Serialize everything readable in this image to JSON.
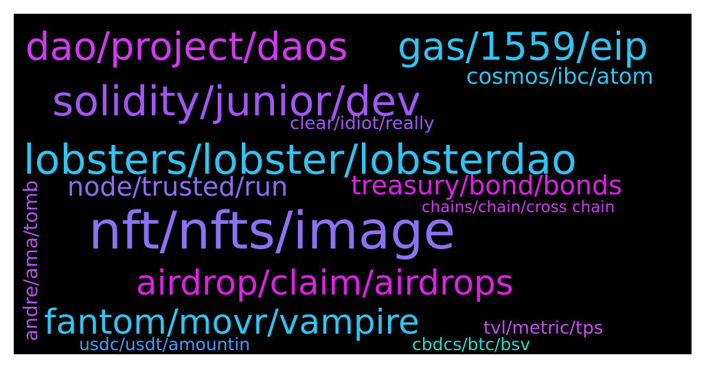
{
  "wordcloud": {
    "background": "#000000",
    "words": [
      {
        "text": "dao/project/daos",
        "color": "#d13bf0"
      },
      {
        "text": "gas/1559/eip",
        "color": "#33c3f0"
      },
      {
        "text": "cosmos/ibc/atom",
        "color": "#33c3f0"
      },
      {
        "text": "solidity/junior/dev",
        "color": "#a158f2"
      },
      {
        "text": "clear/idiot/really",
        "color": "#a158f2"
      },
      {
        "text": "lobsters/lobster/lobsterdao",
        "color": "#33c3f0"
      },
      {
        "text": "node/trusted/run",
        "color": "#8f6cf3"
      },
      {
        "text": "treasury/bond/bonds",
        "color": "#dd22e6"
      },
      {
        "text": "chains/chain/cross chain",
        "color": "#d13bf0"
      },
      {
        "text": "nft/nfts/image",
        "color": "#8c72f2"
      },
      {
        "text": "airdrop/claim/airdrops",
        "color": "#dd22e6"
      },
      {
        "text": "andre/ama/tomb",
        "color": "#b452f0"
      },
      {
        "text": "fantom/movr/vampire",
        "color": "#33c3f0"
      },
      {
        "text": "tvl/metric/tps",
        "color": "#c44ef0"
      },
      {
        "text": "usdc/usdt/amountin",
        "color": "#4d9cf2"
      },
      {
        "text": "cbdcs/btc/bsv",
        "color": "#2fd9c9"
      }
    ]
  }
}
